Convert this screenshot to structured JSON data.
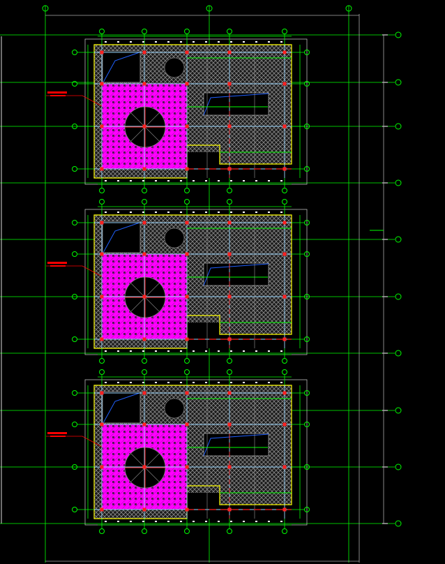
{
  "drawing": {
    "plan_count": 3,
    "plan_columns": 5,
    "plan_rows": 4
  },
  "colors": {
    "background": "#000000",
    "grid": "#00ff00",
    "outline": "#ffff00",
    "atrium_fill": "#ff00ff",
    "hatch": "#8a8a8a",
    "beam": "#9ad7ff",
    "column": "#ff2020",
    "annotation": "#ff0000",
    "stair": "#2060ff",
    "dim": "#ffffff"
  }
}
